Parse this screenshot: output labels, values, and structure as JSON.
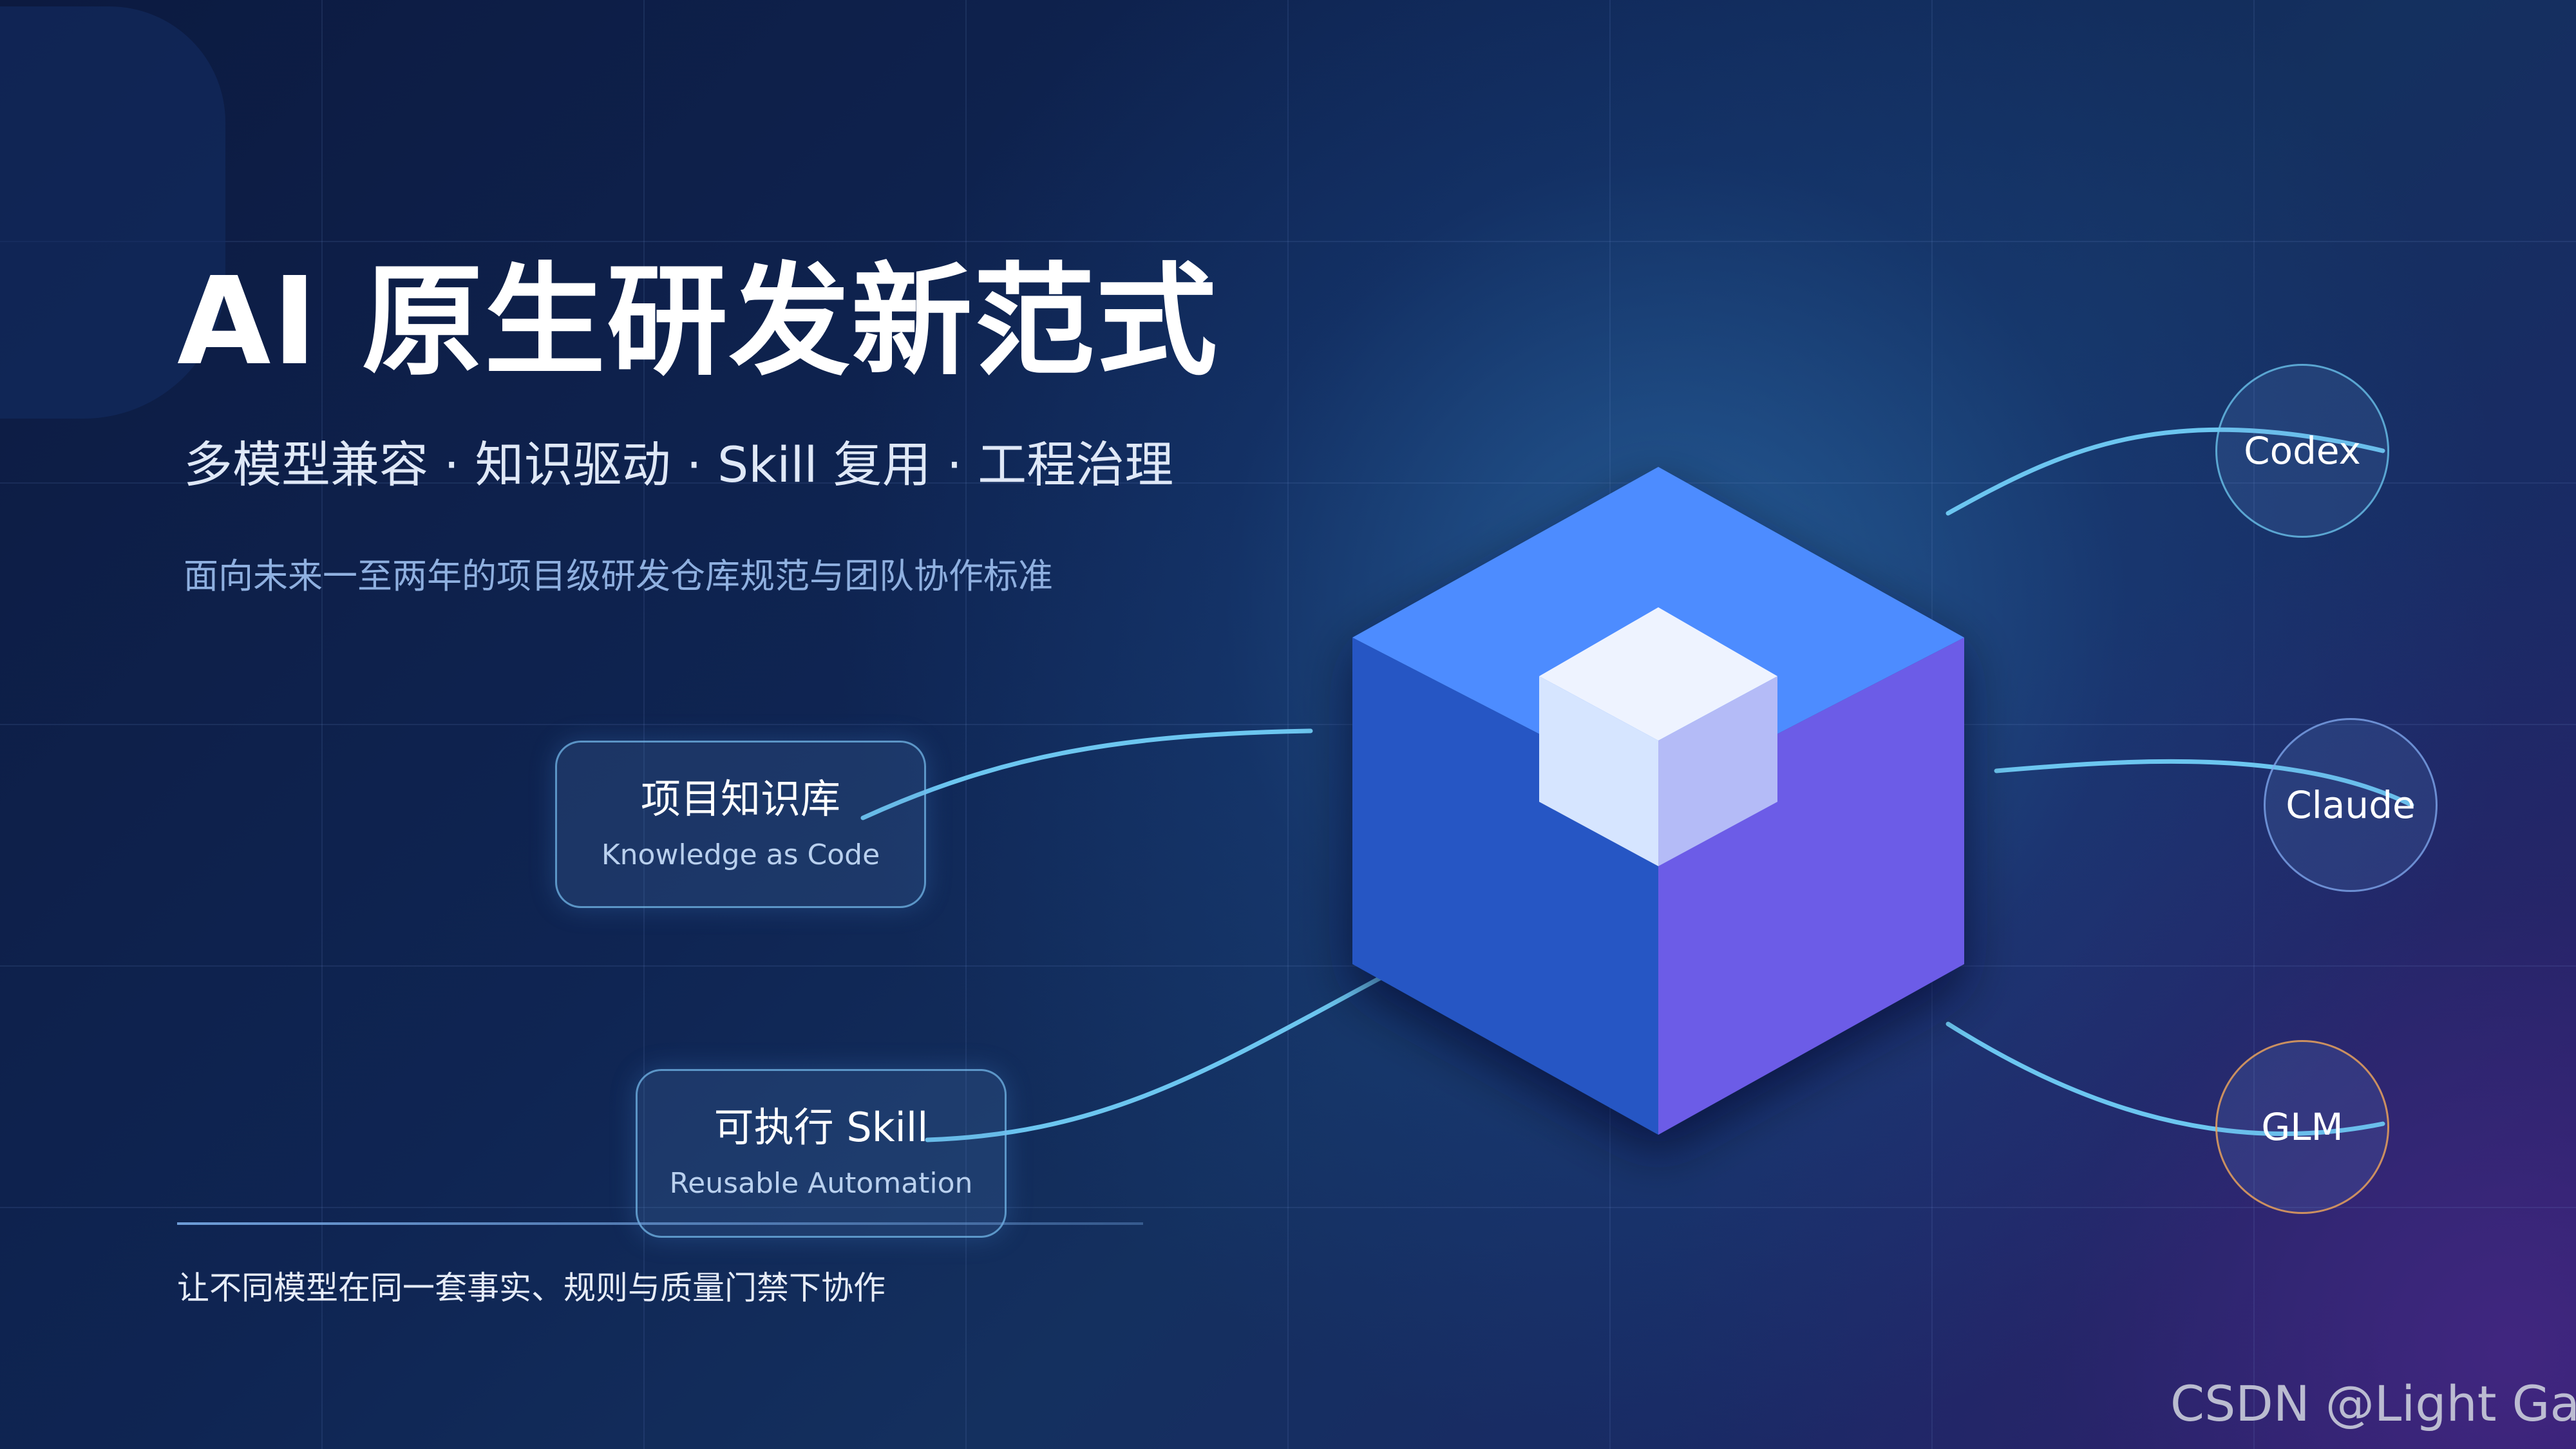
{
  "slide": {
    "title": "AI 原生研发新范式",
    "subtitle": "多模型兼容 · 知识驱动 · Skill 复用 · 工程治理",
    "description": "面向未来一至两年的项目级研发仓库规范与团队协作标准",
    "footer": "让不同模型在同一套事实、规则与质量门禁下协作"
  },
  "cards": {
    "knowledge": {
      "title": "项目知识库",
      "subtitle": "Knowledge as Code"
    },
    "skill": {
      "title": "可执行 Skill",
      "subtitle": "Reusable Automation"
    }
  },
  "models": {
    "codex": "Codex",
    "claude": "Claude",
    "glm": "GLM"
  },
  "watermark": "CSDN @Light Gao",
  "colors": {
    "cube_top": "#4d8cff",
    "cube_left": "#2557c4",
    "cube_right": "#6c5ce7",
    "connector": "#6cc6f0",
    "glm_ring": "#e6a05a"
  }
}
